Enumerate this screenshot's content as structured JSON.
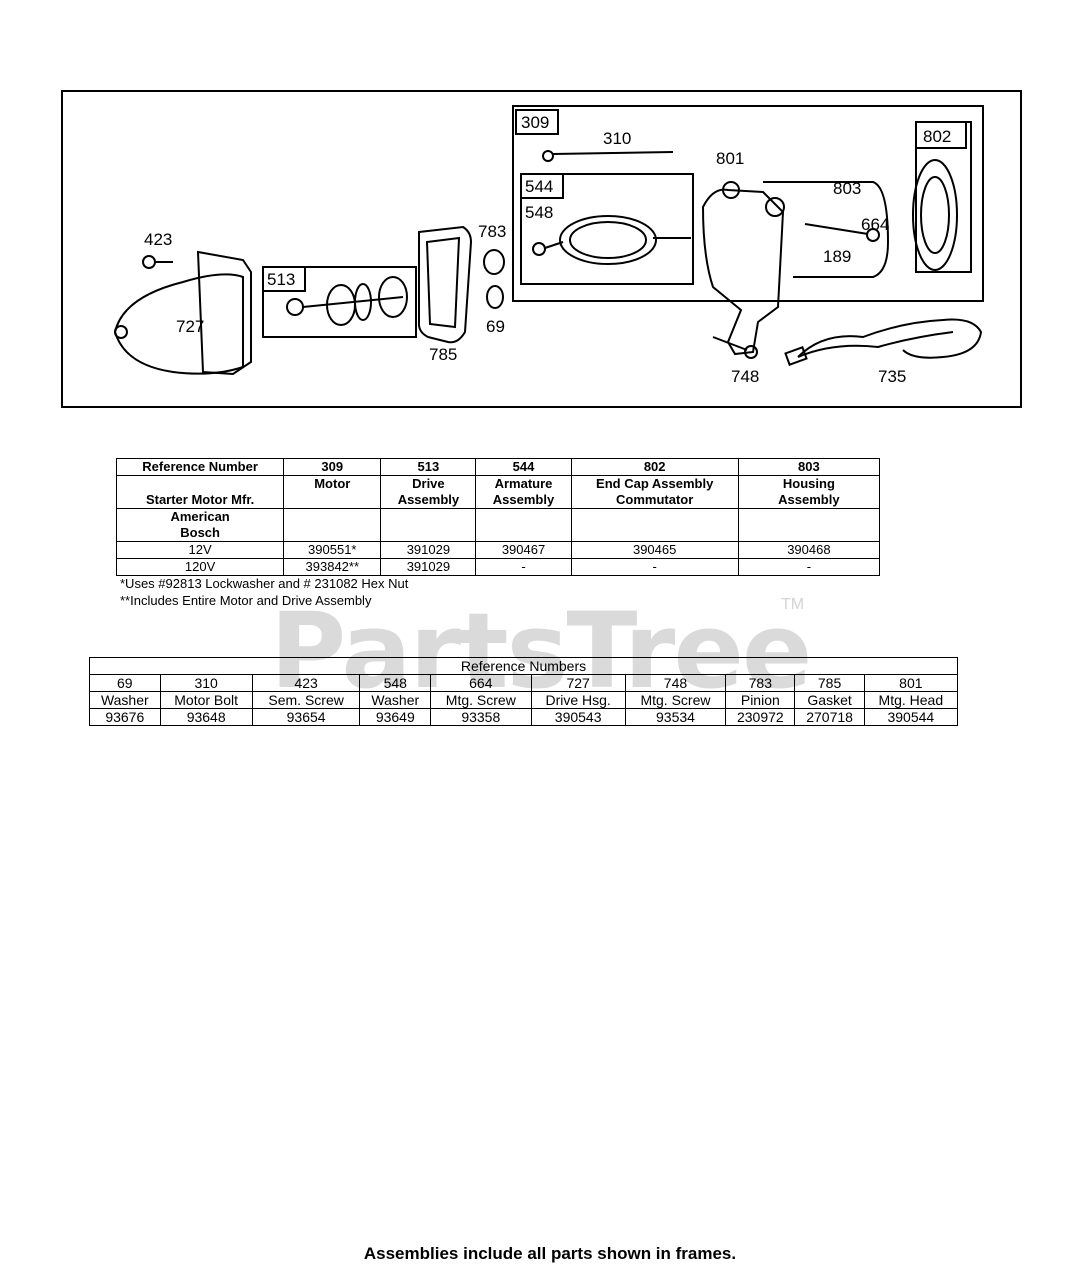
{
  "diagram": {
    "callouts": {
      "c423": "423",
      "c727": "727",
      "c513": "513",
      "c785": "785",
      "c783": "783",
      "c69": "69",
      "c309": "309",
      "c310": "310",
      "c544": "544",
      "c548": "548",
      "c801": "801",
      "c803": "803",
      "c802": "802",
      "c664": "664",
      "c189": "189",
      "c748": "748",
      "c735": "735"
    }
  },
  "mfr_table": {
    "header": {
      "ref_label": "Reference Number",
      "mfr_label": "Starter Motor Mfr.",
      "cols": [
        {
          "num": "309",
          "desc_l1": "Motor",
          "desc_l2": ""
        },
        {
          "num": "513",
          "desc_l1": "Drive",
          "desc_l2": "Assembly"
        },
        {
          "num": "544",
          "desc_l1": "Armature",
          "desc_l2": "Assembly"
        },
        {
          "num": "802",
          "desc_l1": "End Cap Assembly",
          "desc_l2": "Commutator"
        },
        {
          "num": "803",
          "desc_l1": "Housing",
          "desc_l2": "Assembly"
        }
      ]
    },
    "maker_l1": "American",
    "maker_l2": "Bosch",
    "rows": [
      {
        "label": "12V",
        "vals": [
          "390551*",
          "391029",
          "390467",
          "390465",
          "390468"
        ]
      },
      {
        "label": "120V",
        "vals": [
          "393842**",
          "391029",
          "-",
          "-",
          "-"
        ]
      }
    ],
    "footnote1": "*Uses #92813 Lockwasher and # 231082 Hex Nut",
    "footnote2": "**Includes Entire Motor and Drive Assembly"
  },
  "ref_table": {
    "title": "Reference Numbers",
    "cols": [
      {
        "num": "69",
        "desc": "Washer",
        "part": "93676"
      },
      {
        "num": "310",
        "desc": "Motor Bolt",
        "part": "93648"
      },
      {
        "num": "423",
        "desc": "Sem. Screw",
        "part": "93654"
      },
      {
        "num": "548",
        "desc": "Washer",
        "part": "93649"
      },
      {
        "num": "664",
        "desc": "Mtg. Screw",
        "part": "93358"
      },
      {
        "num": "727",
        "desc": "Drive Hsg.",
        "part": "390543"
      },
      {
        "num": "748",
        "desc": "Mtg. Screw",
        "part": "93534"
      },
      {
        "num": "783",
        "desc": "Pinion",
        "part": "230972"
      },
      {
        "num": "785",
        "desc": "Gasket",
        "part": "270718"
      },
      {
        "num": "801",
        "desc": "Mtg. Head",
        "part": "390544"
      }
    ]
  },
  "watermark": {
    "text": "PartsTree",
    "tm": "TM"
  },
  "bottom_note": "Assemblies include all parts shown in frames."
}
